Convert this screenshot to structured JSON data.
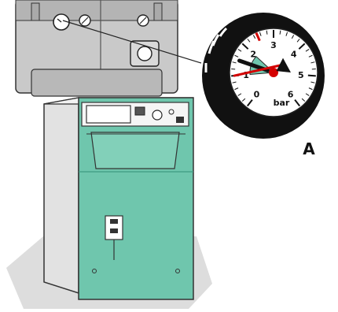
{
  "colors": {
    "boiler_green": "#6fc6ad",
    "boiler_green_dark": "#3f9b83",
    "housing_grey": "#c9c9c9",
    "housing_shadow": "#8f8f8f",
    "gauge_needle": "#d40000",
    "gauge_reference_marker": "#111111",
    "gauge_green_zone": "#6fc6ad",
    "gauge_red_mark": "#d40000"
  },
  "gauge": {
    "unit_label": "bar",
    "scale_min": 0,
    "scale_max": 6,
    "scale_labels": [
      "0",
      "1",
      "2",
      "3",
      "4",
      "5",
      "6"
    ],
    "needle_value": 1.0,
    "reference_marker_value": 1.5,
    "green_zone": [
      1.0,
      2.0
    ],
    "red_mark_value": 2.5
  },
  "callout": {
    "letter": "A"
  },
  "icons": {
    "pressure_gauge_small": "small-gauge-icon",
    "tap": "valve-icon",
    "display": "display-panel-icon"
  }
}
